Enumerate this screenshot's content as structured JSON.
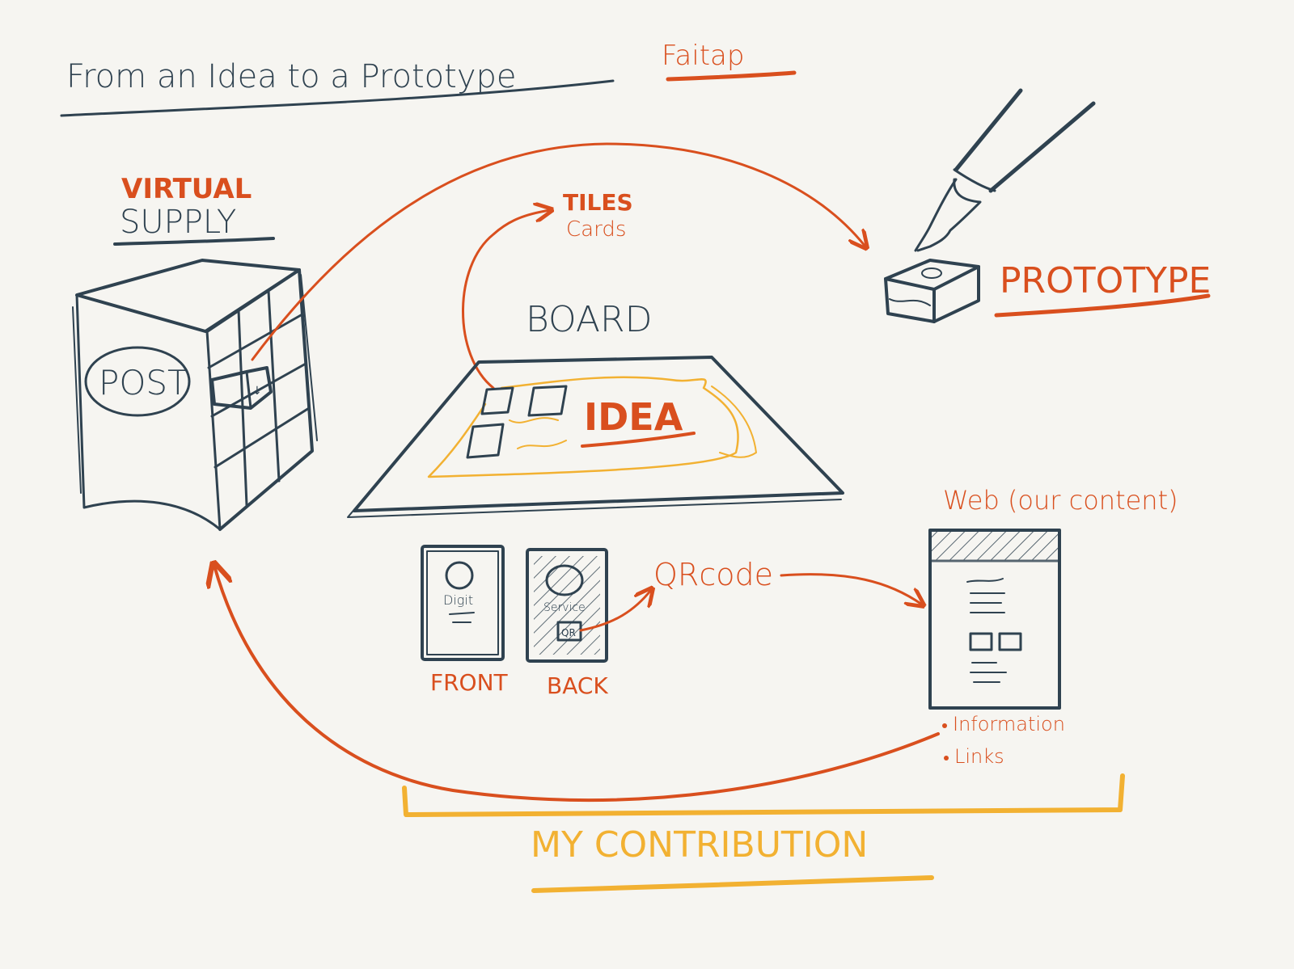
{
  "title": {
    "main": "From an Idea to a Prototype",
    "author": "Faitap"
  },
  "supply": {
    "line1": "VIRTUAL",
    "line2": "SUPPLY",
    "box_label": "POST"
  },
  "tiles": {
    "label": "TILES",
    "sub": "Cards"
  },
  "board": {
    "label": "BOARD",
    "idea": "IDEA"
  },
  "prototype": {
    "label": "PROTOTYPE"
  },
  "cards": {
    "front_label": "FRONT",
    "back_label": "BACK",
    "front_text": "Digit",
    "back_text": "Service",
    "qr_small": "QR"
  },
  "qrcode": {
    "label": "QRcode"
  },
  "web": {
    "label": "Web (our content)",
    "bullets": [
      "Information",
      "Links"
    ]
  },
  "contribution": {
    "label": "MY CONTRIBUTION"
  },
  "colors": {
    "ink": "#2f4250",
    "accent": "#d94f1e",
    "highlight": "#f2b132",
    "paper": "#f6f5f1"
  }
}
